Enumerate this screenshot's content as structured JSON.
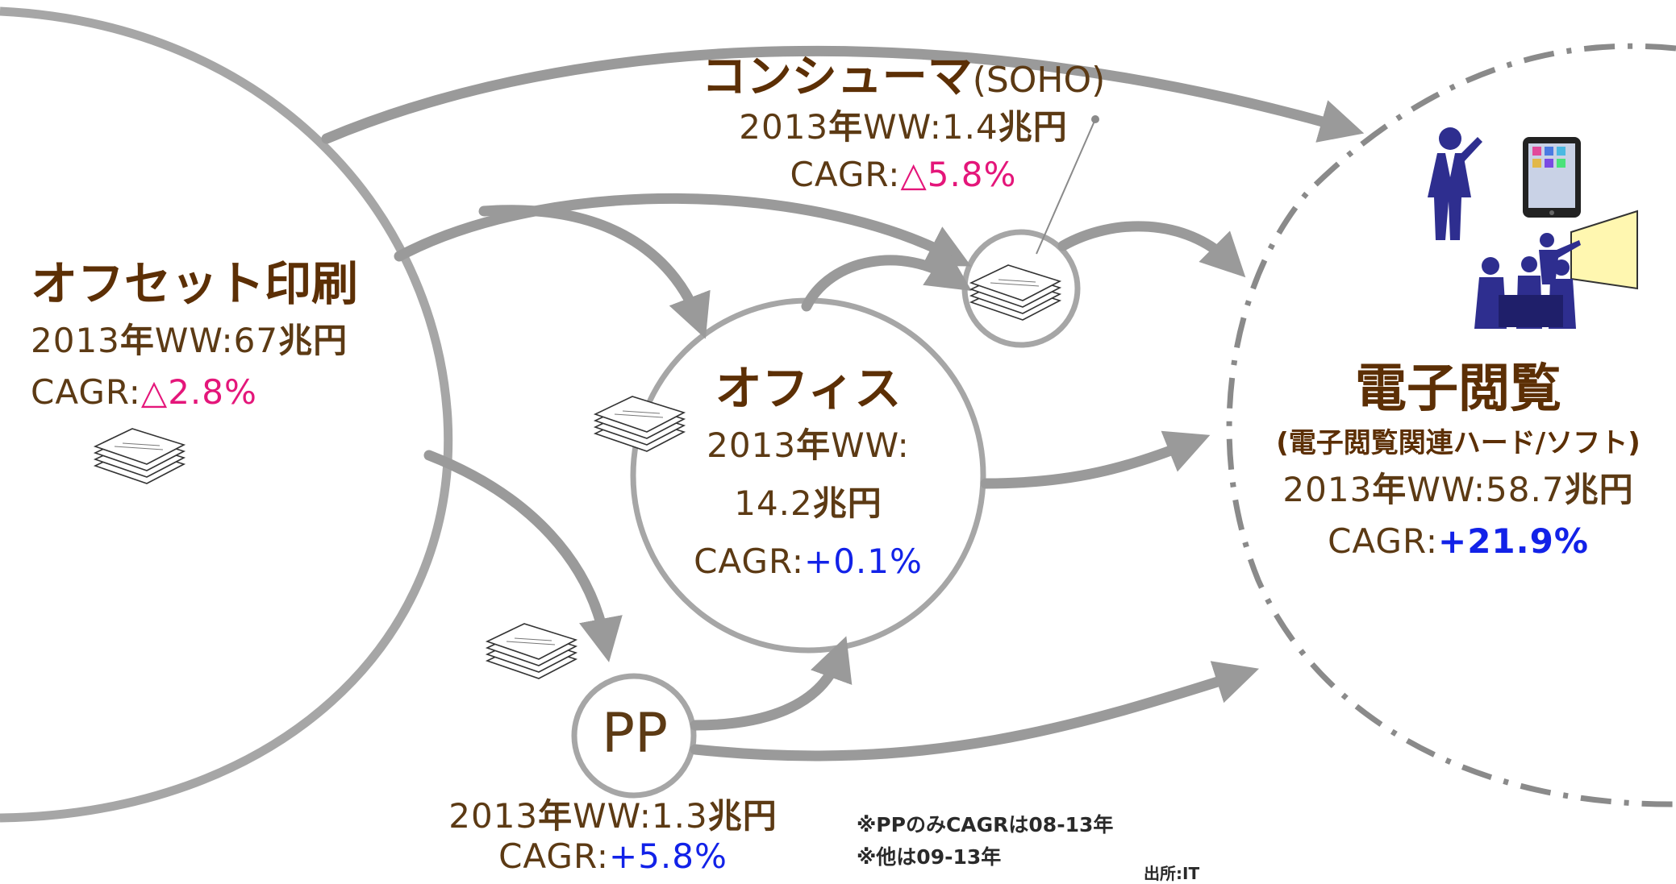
{
  "colors": {
    "arrow": "#9a9a9a",
    "circle": "#a6a6a6",
    "title": "#5c2f05",
    "text": "#5c3a14",
    "negative": "#e4167a",
    "positive": "#1222e8",
    "illustration": "#2e2e8f"
  },
  "nodes": {
    "offset": {
      "title": "オフセット印刷",
      "ww_prefix": "2013",
      "ww_nen": "年",
      "ww_mid": "WW:67",
      "ww_unit": "兆円",
      "cagr_prefix": "CAGR:",
      "cagr_value": "△2.8%"
    },
    "consumer": {
      "title": "コンシューマ",
      "title_sub": "(SOHO)",
      "ww_prefix": "2013",
      "ww_nen": "年",
      "ww_mid": "WW:1.4",
      "ww_unit": "兆円",
      "cagr_prefix": "CAGR:",
      "cagr_value": "△5.8%"
    },
    "office": {
      "title": "オフィス",
      "ww_prefix": "2013",
      "ww_nen": "年",
      "ww_mid": "WW:",
      "ww_line2": "14.2",
      "ww_unit": "兆円",
      "cagr_prefix": "CAGR:",
      "cagr_value": "+0.1%"
    },
    "pp": {
      "title": "PP",
      "ww_prefix": "2013",
      "ww_nen": "年",
      "ww_mid": "WW:1.3",
      "ww_unit": "兆円",
      "cagr_prefix": "CAGR:",
      "cagr_value": "+5.8%"
    },
    "ebook": {
      "title": "電子閲覧",
      "subtitle": "(電子閲覧関連ハード/ソフト)",
      "ww_prefix": "2013",
      "ww_nen": "年",
      "ww_mid": "WW:58.7",
      "ww_unit": "兆円",
      "cagr_prefix": "CAGR:",
      "cagr_value": "+21.9%"
    }
  },
  "notes": {
    "line1": "※PPのみCAGRは08-13年",
    "line2": "※他は09-13年",
    "source": "出所:IT"
  },
  "icons": {
    "paper_stack": "paper-stack-icon",
    "businessman": "businessman-icon",
    "tablet": "tablet-icon",
    "meeting": "meeting-presentation-icon"
  }
}
